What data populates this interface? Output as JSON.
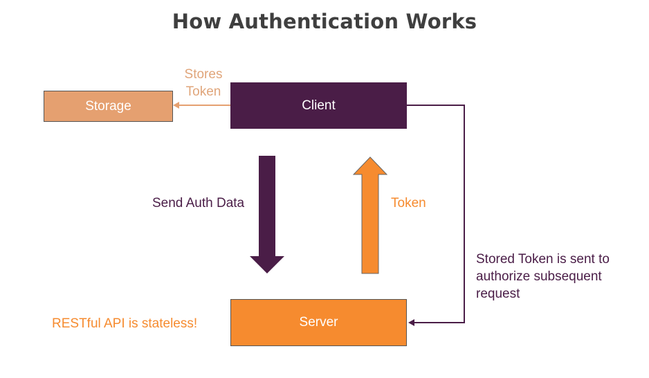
{
  "title": "How Authentication Works",
  "nodes": {
    "client": "Client",
    "storage": "Storage",
    "server": "Server"
  },
  "edges": {
    "stores_token": "Stores Token",
    "send_auth_data": "Send Auth Data",
    "token": "Token",
    "stored_token_note": [
      "Stored Token is sent to",
      "authorize subsequent",
      "request"
    ]
  },
  "notes": {
    "restful": "RESTful API is stateless!"
  },
  "colors": {
    "purple": "#4a1d47",
    "orange": "#f68b2f",
    "light_orange": "#e5a070",
    "title_gray": "#3f3f3f"
  }
}
